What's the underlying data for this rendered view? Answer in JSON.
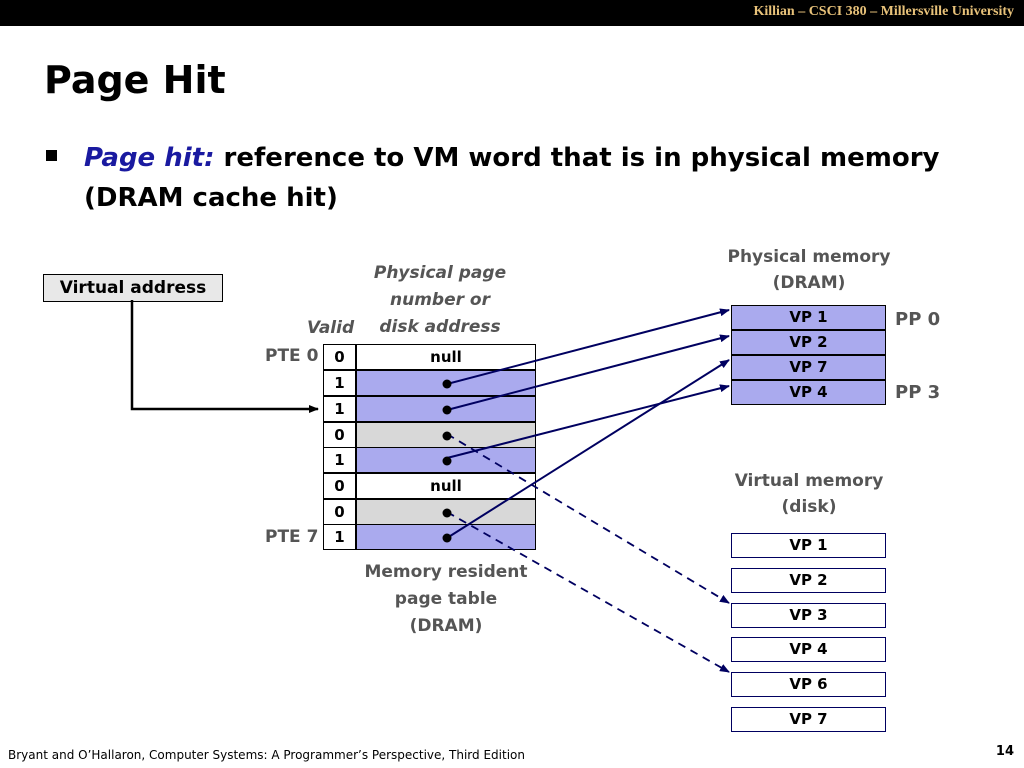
{
  "header": {
    "course": "Killian – CSCI 380 – Millersville University"
  },
  "slide": {
    "title": "Page Hit",
    "bullet_term": "Page hit:",
    "bullet_rest": " reference to VM word that is in physical memory (DRAM cache hit)"
  },
  "labels": {
    "virtual_address": "Virtual address",
    "ppn_line1": "Physical page",
    "ppn_line2": "number or",
    "ppn_line3": "disk address",
    "valid": "Valid",
    "pte0": "PTE 0",
    "pte7": "PTE 7",
    "pt_caption_1": "Memory resident",
    "pt_caption_2": "page table",
    "pt_caption_3": "(DRAM)",
    "phys_title_1": "Physical memory",
    "phys_title_2": "(DRAM)",
    "pp0": "PP 0",
    "pp3": "PP 3",
    "virt_title_1": "Virtual memory",
    "virt_title_2": "(disk)"
  },
  "page_table": [
    {
      "valid": "0",
      "addr": "null"
    },
    {
      "valid": "1",
      "addr": ""
    },
    {
      "valid": "1",
      "addr": ""
    },
    {
      "valid": "0",
      "addr": ""
    },
    {
      "valid": "1",
      "addr": ""
    },
    {
      "valid": "0",
      "addr": "null"
    },
    {
      "valid": "0",
      "addr": ""
    },
    {
      "valid": "1",
      "addr": ""
    }
  ],
  "physical_memory": [
    "VP 1",
    "VP 2",
    "VP 7",
    "VP 4"
  ],
  "virtual_memory": [
    "VP 1",
    "VP 2",
    "VP 3",
    "VP 4",
    "VP 6",
    "VP 7"
  ],
  "colors": {
    "resident": "#aaaaee",
    "on_disk": "#d8d8d8",
    "null_entry": "#ffffff",
    "arrow": "#000060"
  },
  "footer": {
    "citation": "Bryant and O’Hallaron, Computer Systems: A Programmer’s Perspective, Third Edition",
    "page": "14"
  }
}
